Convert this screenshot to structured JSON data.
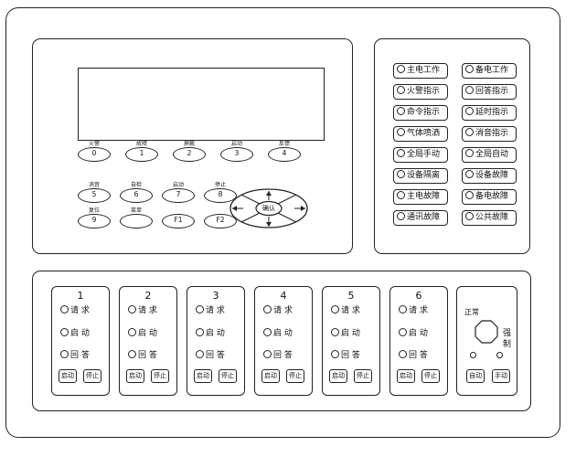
{
  "keypad": {
    "row1": [
      {
        "label": "火警",
        "key": "0"
      },
      {
        "label": "故障",
        "key": "1"
      },
      {
        "label": "屏蔽",
        "key": "2"
      },
      {
        "label": "启动",
        "key": "3"
      },
      {
        "label": "反馈",
        "key": "4"
      }
    ],
    "row2": [
      {
        "label": "消音",
        "key": "5"
      },
      {
        "label": "自检",
        "key": "6"
      },
      {
        "label": "启动",
        "key": "7"
      },
      {
        "label": "停止",
        "key": "8"
      }
    ],
    "row3": [
      {
        "label": "复位",
        "key": "9"
      },
      {
        "label": "菜单",
        "key": ""
      },
      {
        "label": "",
        "key": "F1"
      },
      {
        "label": "",
        "key": "F2"
      }
    ],
    "confirm_label": "确认"
  },
  "indicators": {
    "left": [
      "主电工作",
      "火警指示",
      "命令指示",
      "气体喷洒",
      "全局手动",
      "设备隔离",
      "主电故障",
      "通讯故障"
    ],
    "right": [
      "备电工作",
      "回答指示",
      "延时指示",
      "消音指示",
      "全局自动",
      "设备故障",
      "备电故障",
      "公共故障"
    ]
  },
  "zones": [
    {
      "number": "1",
      "request": "请 求",
      "start": "启 动",
      "answer": "回 答",
      "start_btn": "启动",
      "stop_btn": "停止"
    },
    {
      "number": "2",
      "request": "请 求",
      "start": "启 动",
      "answer": "回 答",
      "start_btn": "启动",
      "stop_btn": "停止"
    },
    {
      "number": "3",
      "request": "请 求",
      "start": "启 动",
      "answer": "回 答",
      "start_btn": "启动",
      "stop_btn": "停止"
    },
    {
      "number": "4",
      "request": "请 求",
      "start": "启 动",
      "answer": "回 答",
      "start_btn": "启动",
      "stop_btn": "停止"
    },
    {
      "number": "5",
      "request": "请 求",
      "start": "启 动",
      "answer": "回 答",
      "start_btn": "启动",
      "stop_btn": "停止"
    },
    {
      "number": "6",
      "request": "请 求",
      "start": "启 动",
      "answer": "回 答",
      "start_btn": "启动",
      "stop_btn": "停止"
    }
  ],
  "force_panel": {
    "normal_label": "正常",
    "force_label_1": "强",
    "force_label_2": "制",
    "auto_btn": "自动",
    "manual_btn": "手动"
  }
}
